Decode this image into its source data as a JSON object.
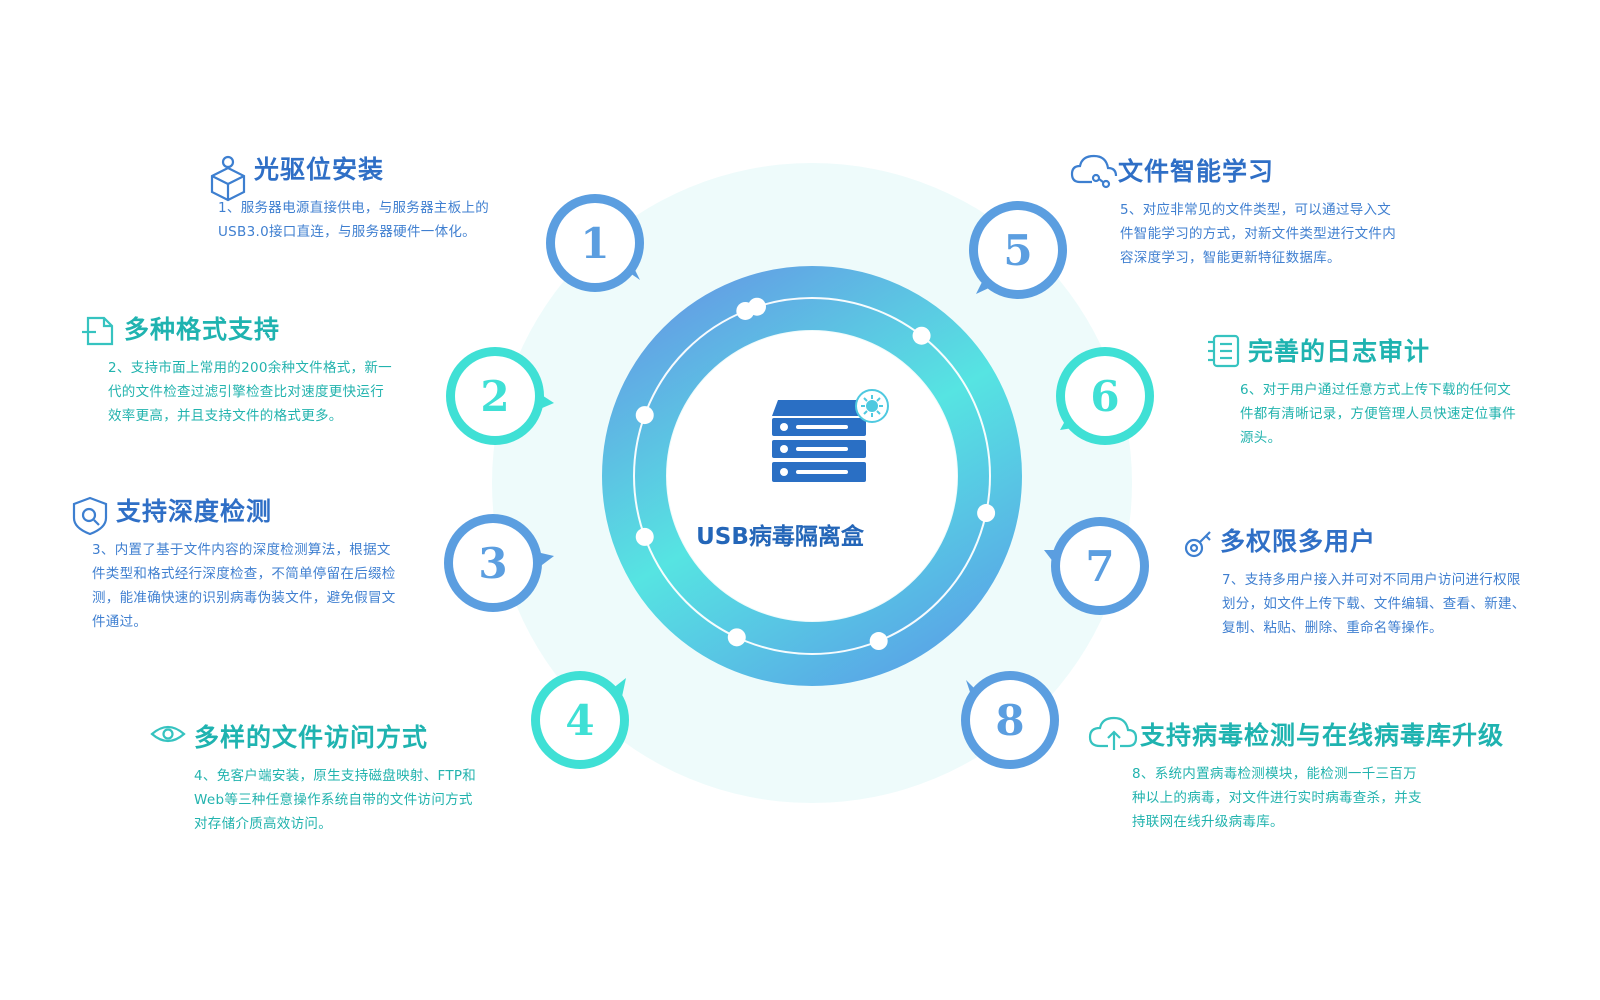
{
  "colors": {
    "blue": "#5b9ee0",
    "teal": "#3fe0d5",
    "title_blue": "#2f6fc6",
    "title_teal": "#1fb3b0",
    "halo": "#eefbfb"
  },
  "center": {
    "label": "USB病毒隔离盒",
    "icon": "server-virus-icon"
  },
  "nodes": [
    {
      "number": "1"
    },
    {
      "number": "2"
    },
    {
      "number": "3"
    },
    {
      "number": "4"
    },
    {
      "number": "5"
    },
    {
      "number": "6"
    },
    {
      "number": "7"
    },
    {
      "number": "8"
    }
  ],
  "features": [
    {
      "title": "光驱位安装",
      "icon": "package-icon",
      "desc": [
        "1、服务器电源直接供电，与服务器主板上的",
        "USB3.0接口直连，与服务器硬件一体化。"
      ]
    },
    {
      "title": "多种格式支持",
      "icon": "document-icon",
      "desc": [
        "2、支持市面上常用的200余种文件格式，新一",
        "代的文件检查过滤引擎检查比对速度更快运行",
        "效率更高，并且支持文件的格式更多。"
      ]
    },
    {
      "title": "支持深度检测",
      "icon": "shield-search-icon",
      "desc": [
        "3、内置了基于文件内容的深度检测算法，根据文",
        "件类型和格式经行深度检查，不简单停留在后缀检",
        "测，能准确快速的识别病毒伪装文件，避免假冒文",
        "件通过。"
      ]
    },
    {
      "title": "多样的文件访问方式",
      "icon": "eye-icon",
      "desc": [
        "4、免客户端安装，原生支持磁盘映射、FTP和",
        "Web等三种任意操作系统自带的文件访问方式",
        "对存储介质高效访问。"
      ]
    },
    {
      "title": "文件智能学习",
      "icon": "cloud-network-icon",
      "desc": [
        "5、对应非常见的文件类型，可以通过导入文",
        "件智能学习的方式，对新文件类型进行文件内",
        "容深度学习，智能更新特征数据库。"
      ]
    },
    {
      "title": "完善的日志审计",
      "icon": "log-list-icon",
      "desc": [
        "6、对于用户通过任意方式上传下载的任何文",
        "件都有清晰记录，方便管理人员快速定位事件",
        "源头。"
      ]
    },
    {
      "title": "多权限多用户",
      "icon": "key-icon",
      "desc": [
        "7、支持多用户接入并可对不同用户访问进行权限",
        "划分，如文件上传下载、文件编辑、查看、新建、",
        "复制、粘贴、删除、重命名等操作。"
      ]
    },
    {
      "title": "支持病毒检测与在线病毒库升级",
      "icon": "cloud-upload-icon",
      "desc": [
        "8、系统内置病毒检测模块，能检测一千三百万",
        "种以上的病毒，对文件进行实时病毒查杀，并支",
        "持联网在线升级病毒库。"
      ]
    }
  ]
}
